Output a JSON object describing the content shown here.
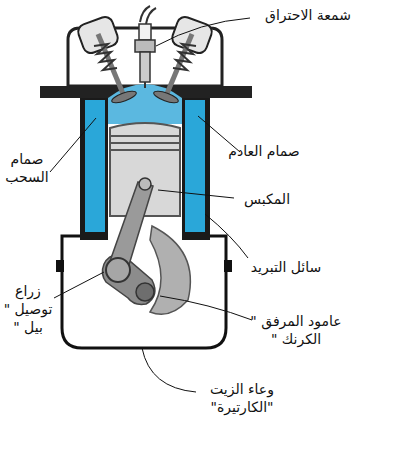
{
  "diagram": {
    "labels": [
      "شمعة الاحتراق",
      "صمام العادم",
      "صمام السحب",
      "المكبس",
      "سائل التبريد",
      "زراع توصيل \" بيل \"",
      "عامود المرفق \" الكرنك \"",
      "وعاء الزيت \"الكارتيرة\""
    ]
  }
}
